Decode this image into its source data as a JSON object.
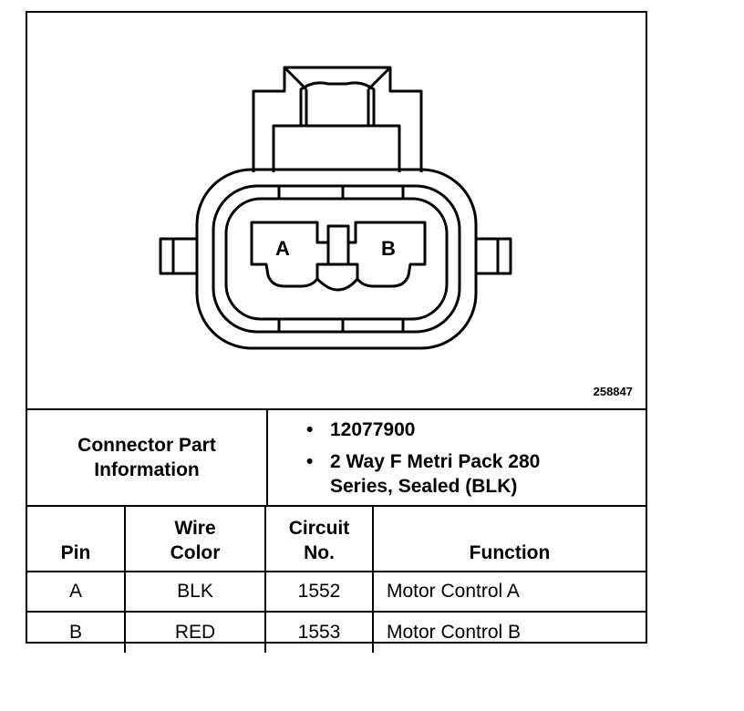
{
  "diagram": {
    "figure_number": "258847",
    "cavity_labels": [
      "A",
      "B"
    ]
  },
  "connector_info": {
    "label": "Connector Part Information",
    "items": [
      "12077900",
      "2 Way F Metri Pack 280 Series, Sealed (BLK)"
    ],
    "bullet": "•"
  },
  "table": {
    "headers": {
      "pin": "Pin",
      "wire_color": "Wire Color",
      "circuit_no": "Circuit No.",
      "function": "Function"
    },
    "rows": [
      {
        "pin": "A",
        "wire_color": "BLK",
        "circuit_no": "1552",
        "function": "Motor Control A"
      },
      {
        "pin": "B",
        "wire_color": "RED",
        "circuit_no": "1553",
        "function": "Motor Control B"
      }
    ]
  }
}
